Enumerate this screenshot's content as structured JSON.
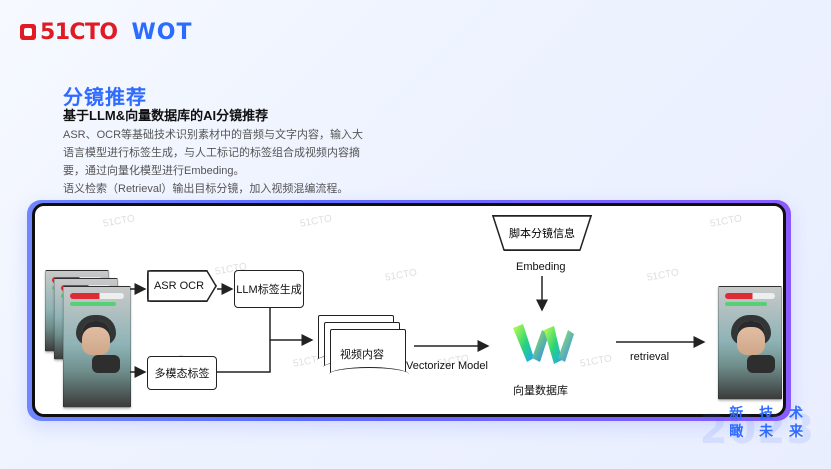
{
  "brand": {
    "left": "51CTO",
    "right": "WOT"
  },
  "header": {
    "title": "分镜推荐",
    "subtitle": "基于LLM&向量数据库的AI分镜推荐",
    "description_lines": [
      "ASR、OCR等基础技术识别素材中的音频与文字内容，输入大",
      "语言模型进行标签生成，与人工标记的标签组合成视频内容摘",
      "要，通过向量化模型进行Embeding。",
      "语义检索（Retrieval）输出目标分镜，加入视频混编流程。"
    ]
  },
  "diagram": {
    "nodes": {
      "asr_ocr": "ASR OCR",
      "llm_tagging": "LLM标签生成",
      "multimodal_tags": "多模态标签",
      "video_content": "视频内容",
      "script_info": "脚本分镜信息"
    },
    "labels": {
      "embeding": "Embeding",
      "vectorizer_model": "Vectorizer Model",
      "retrieval": "retrieval",
      "vector_db": "向量数据库"
    }
  },
  "watermark": {
    "text": "51CTO"
  },
  "corner": {
    "line1": "新 技 术",
    "line2": "瞰 未 来",
    "year": "2023"
  },
  "colors": {
    "accent_blue": "#2f6bff",
    "panel_gradient_left": "#6f86ff",
    "panel_gradient_right": "#8a5bff",
    "brand_red": "#e11b24"
  }
}
